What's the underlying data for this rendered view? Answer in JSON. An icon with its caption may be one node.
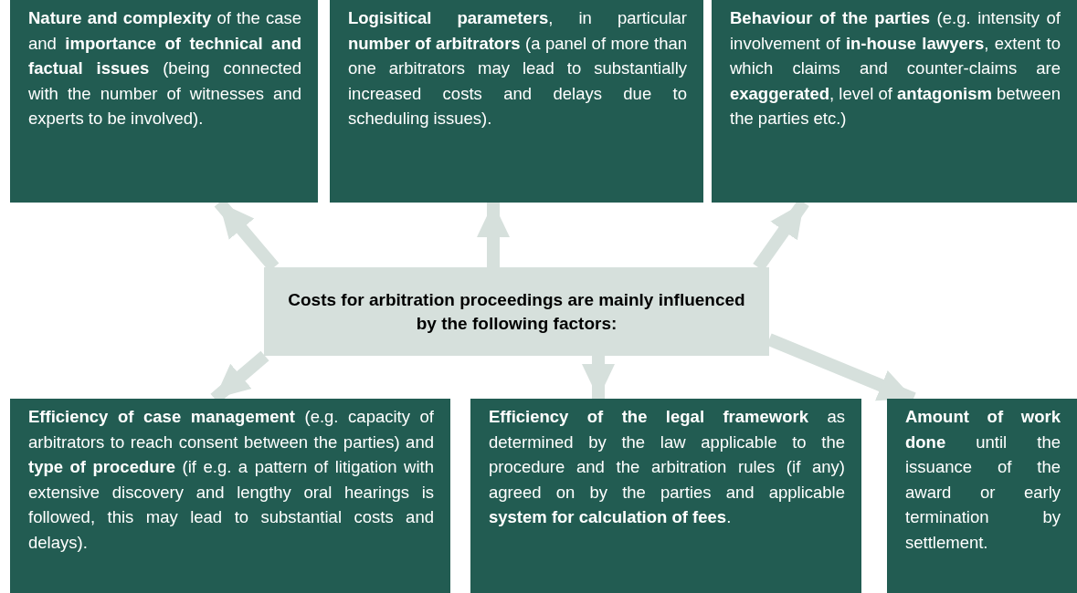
{
  "diagram": {
    "nodes": [
      {
        "text": [
          "**Nature and complexity** of the case and **importance of technical and factual issues** (being connected with the number of witnesses and experts to be involved)."
        ]
      },
      {
        "text": [
          "**Logisitical parameters**, in particular **number of arbitrators** (a panel of more than one arbitrators may lead to substantially increased costs and delays due to scheduling issues)."
        ]
      },
      {
        "text": [
          "**Behaviour of the parties** (e.g. intensity of involvement of **in-house lawyers**, extent to which claims and counter-claims are **exaggerated**, level of **antagonism** between the parties etc.)"
        ]
      },
      {
        "text": [
          "Costs for arbitration proceedings are mainly influenced by the following factors:"
        ]
      },
      {
        "text": [
          "**Efficiency of case management** (e.g. capacity of arbitrators to reach consent between the parties) and **type of procedure** (if e.g. a pattern of litigation with extensive discovery and lengthy oral hearings is followed, this may lead to substantial costs and delays)."
        ]
      },
      {
        "text": [
          "**Efficiency of the legal framework** as determined by the law applicable to the procedure and the arbitration rules (if any) agreed on by the parties and applicable **system for calculation of fees**."
        ]
      },
      {
        "text": [
          "**Amount of work done** until the issuance of the award or early termination by settlement."
        ]
      }
    ],
    "edges": [
      {
        "from": 3,
        "to": 0,
        "arrow": "to"
      },
      {
        "from": 3,
        "to": 1,
        "arrow": "to"
      },
      {
        "from": 3,
        "to": 2,
        "arrow": "to"
      },
      {
        "from": 3,
        "to": 4,
        "arrow": "to"
      },
      {
        "from": 3,
        "to": 5,
        "arrow": "to"
      },
      {
        "from": 3,
        "to": 6,
        "arrow": "to"
      }
    ]
  }
}
